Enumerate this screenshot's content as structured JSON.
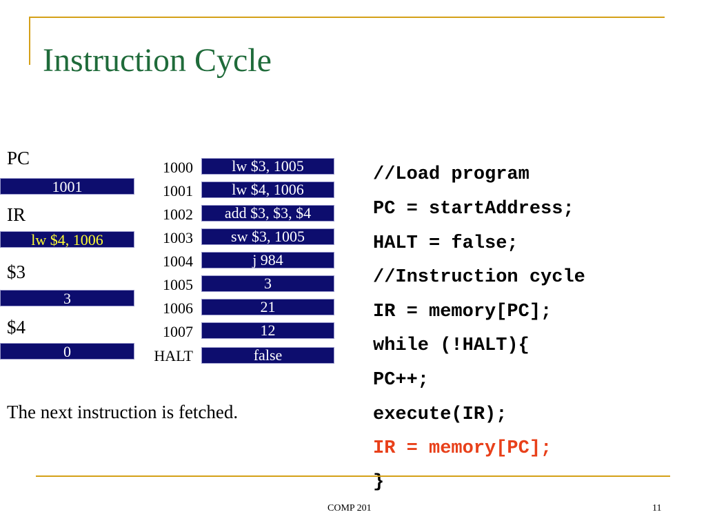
{
  "slide": {
    "title": "Instruction Cycle",
    "caption": "The next instruction is fetched.",
    "footer": "COMP 201",
    "page_number": "11"
  },
  "registers": [
    {
      "label": "PC",
      "value": "1001",
      "highlight": false
    },
    {
      "label": "IR",
      "value": "lw $4, 1006",
      "highlight": true
    },
    {
      "label": "$3",
      "value": "3",
      "highlight": false
    },
    {
      "label": "$4",
      "value": "0",
      "highlight": false
    }
  ],
  "memory": [
    {
      "address": "1000",
      "value": "lw $3, 1005"
    },
    {
      "address": "1001",
      "value": "lw $4, 1006"
    },
    {
      "address": "1002",
      "value": "add $3, $3, $4"
    },
    {
      "address": "1003",
      "value": "sw $3, 1005"
    },
    {
      "address": "1004",
      "value": "j 984"
    },
    {
      "address": "1005",
      "value": "3"
    },
    {
      "address": "1006",
      "value": "21"
    },
    {
      "address": "1007",
      "value": "12"
    },
    {
      "address": "HALT",
      "value": "false"
    }
  ],
  "code": [
    {
      "text": "//Load program",
      "active": false
    },
    {
      "text": "PC = startAddress;",
      "active": false
    },
    {
      "text": "HALT = false;",
      "active": false
    },
    {
      "text": "//Instruction cycle",
      "active": false
    },
    {
      "text": "IR = memory[PC];",
      "active": false
    },
    {
      "text": "while (!HALT){",
      "active": false
    },
    {
      "text": "PC++;",
      "active": false
    },
    {
      "text": "execute(IR);",
      "active": false
    },
    {
      "text": "IR = memory[PC];",
      "active": true
    },
    {
      "text": "}",
      "active": false
    }
  ],
  "colors": {
    "title": "#1f6b3a",
    "accent_line": "#d4a017",
    "cell_bg": "#0d0d6e",
    "highlight_text": "#ffff33",
    "active_code": "#e8401a"
  }
}
